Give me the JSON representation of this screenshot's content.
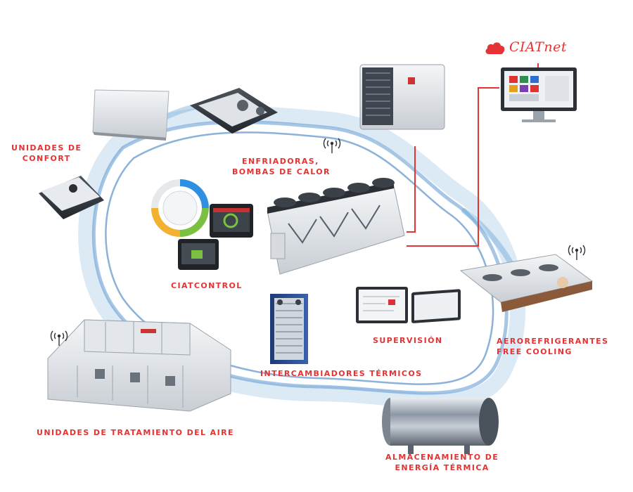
{
  "brand": {
    "name": "CIATnet",
    "logo_icon": "cloud-icon"
  },
  "labels": {
    "comfort_units": [
      "UNIDADES DE",
      "CONFORT"
    ],
    "chillers": [
      "ENFRIADORAS,",
      "BOMBAS DE CALOR"
    ],
    "ciatcontrol": "CIATCONTROL",
    "supervision": "SUPERVISIÓN",
    "drycoolers": [
      "AEROREFRIGERANTES",
      "FREE COOLING"
    ],
    "heat_exchangers": "INTERCAMBIADORES TÉRMICOS",
    "air_handling": "UNIDADES DE TRATAMIENTO DEL AIRE",
    "storage": [
      "ALMACENAMIENTO DE",
      "ENERGÍA TÉRMICA"
    ]
  },
  "colors": {
    "accent": "#e53333",
    "water": "#6fa8d8",
    "unit_light": "#dfe3e7",
    "unit_dark": "#3a3f46"
  }
}
